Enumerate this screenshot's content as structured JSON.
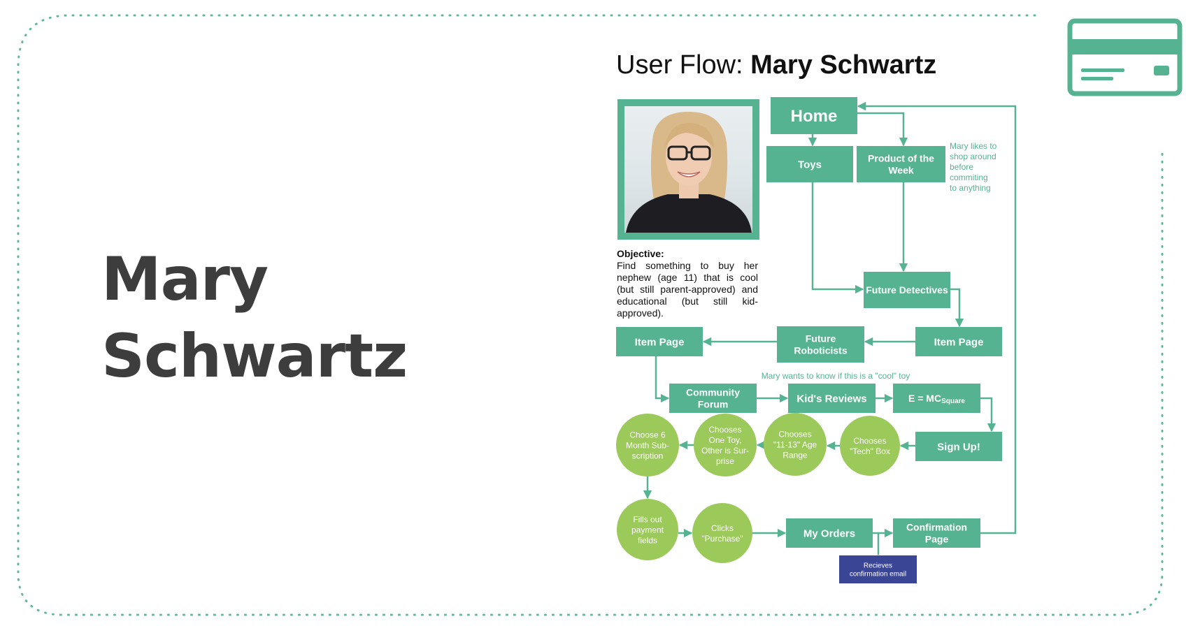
{
  "persona": {
    "name_line1": "Mary",
    "name_line2": "Schwartz"
  },
  "flow": {
    "title_prefix": "User Flow:",
    "title_name": "Mary Schwartz"
  },
  "objective": {
    "heading": "Objective:",
    "text": "Find something to buy her nephew (age 11) that is cool (but still parent-approved) and educational (but still kid-approved)."
  },
  "icons": {
    "card": "credit-card-icon",
    "photo": "persona-photo"
  },
  "colors": {
    "accent": "#55b391",
    "dotted_border": "#5fb79a",
    "circle": "#9bc95a",
    "note_box": "#3a4596",
    "text_dark": "#3d3d3d"
  },
  "nodes": [
    {
      "id": "home",
      "label": [
        "Home"
      ],
      "shape": "rect"
    },
    {
      "id": "toys",
      "label": [
        "Toys"
      ],
      "shape": "rect"
    },
    {
      "id": "potw",
      "label": [
        "Product of the",
        "Week"
      ],
      "shape": "rect"
    },
    {
      "id": "future-detectives",
      "label": [
        "Future Detectives"
      ],
      "shape": "rect"
    },
    {
      "id": "item-page-right",
      "label": [
        "Item Page"
      ],
      "shape": "rect"
    },
    {
      "id": "future-roboticists",
      "label": [
        "Future",
        "Roboticists"
      ],
      "shape": "rect"
    },
    {
      "id": "item-page-left",
      "label": [
        "Item Page"
      ],
      "shape": "rect"
    },
    {
      "id": "community-forum",
      "label": [
        "Community",
        "Forum"
      ],
      "shape": "rect"
    },
    {
      "id": "kids-reviews",
      "label": [
        "Kid's Reviews"
      ],
      "shape": "rect"
    },
    {
      "id": "e-mc-square",
      "label": [
        "E = MC",
        "Square"
      ],
      "shape": "rect"
    },
    {
      "id": "sign-up",
      "label": [
        "Sign Up!"
      ],
      "shape": "rect"
    },
    {
      "id": "chooses-tech-box",
      "label": [
        "Chooses",
        "\"Tech\" Box"
      ],
      "shape": "circle"
    },
    {
      "id": "chooses-age-range",
      "label": [
        "Chooses",
        "\"11-13\" Age",
        "Range"
      ],
      "shape": "circle"
    },
    {
      "id": "chooses-one-toy",
      "label": [
        "Chooses",
        "One Toy,",
        "Other is Sur-",
        "prise"
      ],
      "shape": "circle"
    },
    {
      "id": "choose-6-month",
      "label": [
        "Choose 6",
        "Month Sub-",
        "scription"
      ],
      "shape": "circle"
    },
    {
      "id": "fills-payment",
      "label": [
        "Fills out",
        "payment",
        "fields"
      ],
      "shape": "circle"
    },
    {
      "id": "clicks-purchase",
      "label": [
        "Clicks",
        "\"Purchase\""
      ],
      "shape": "circle"
    },
    {
      "id": "my-orders",
      "label": [
        "My Orders"
      ],
      "shape": "rect"
    },
    {
      "id": "confirmation-page",
      "label": [
        "Confirmation",
        "Page"
      ],
      "shape": "rect"
    },
    {
      "id": "confirmation-email",
      "label": [
        "Recieves",
        "confirmation email"
      ],
      "shape": "note"
    }
  ],
  "edges": [
    [
      "home",
      "toys"
    ],
    [
      "home",
      "potw"
    ],
    [
      "potw",
      "future-detectives"
    ],
    [
      "toys",
      "future-detectives"
    ],
    [
      "future-detectives",
      "item-page-right"
    ],
    [
      "item-page-right",
      "future-roboticists"
    ],
    [
      "future-roboticists",
      "item-page-left"
    ],
    [
      "item-page-left",
      "community-forum"
    ],
    [
      "community-forum",
      "kids-reviews"
    ],
    [
      "kids-reviews",
      "e-mc-square"
    ],
    [
      "e-mc-square",
      "sign-up"
    ],
    [
      "sign-up",
      "chooses-tech-box"
    ],
    [
      "chooses-tech-box",
      "chooses-age-range"
    ],
    [
      "chooses-age-range",
      "chooses-one-toy"
    ],
    [
      "chooses-one-toy",
      "choose-6-month"
    ],
    [
      "choose-6-month",
      "fills-payment"
    ],
    [
      "fills-payment",
      "clicks-purchase"
    ],
    [
      "clicks-purchase",
      "my-orders"
    ],
    [
      "my-orders",
      "confirmation-page"
    ],
    [
      "confirmation-page",
      "home"
    ],
    [
      "my-orders",
      "confirmation-email"
    ]
  ],
  "annotations": {
    "shop_around": [
      "Mary likes to",
      "shop around",
      "before",
      "commiting",
      "to anything"
    ],
    "cool_toy": "Mary wants to know if this is a \"cool\" toy"
  }
}
